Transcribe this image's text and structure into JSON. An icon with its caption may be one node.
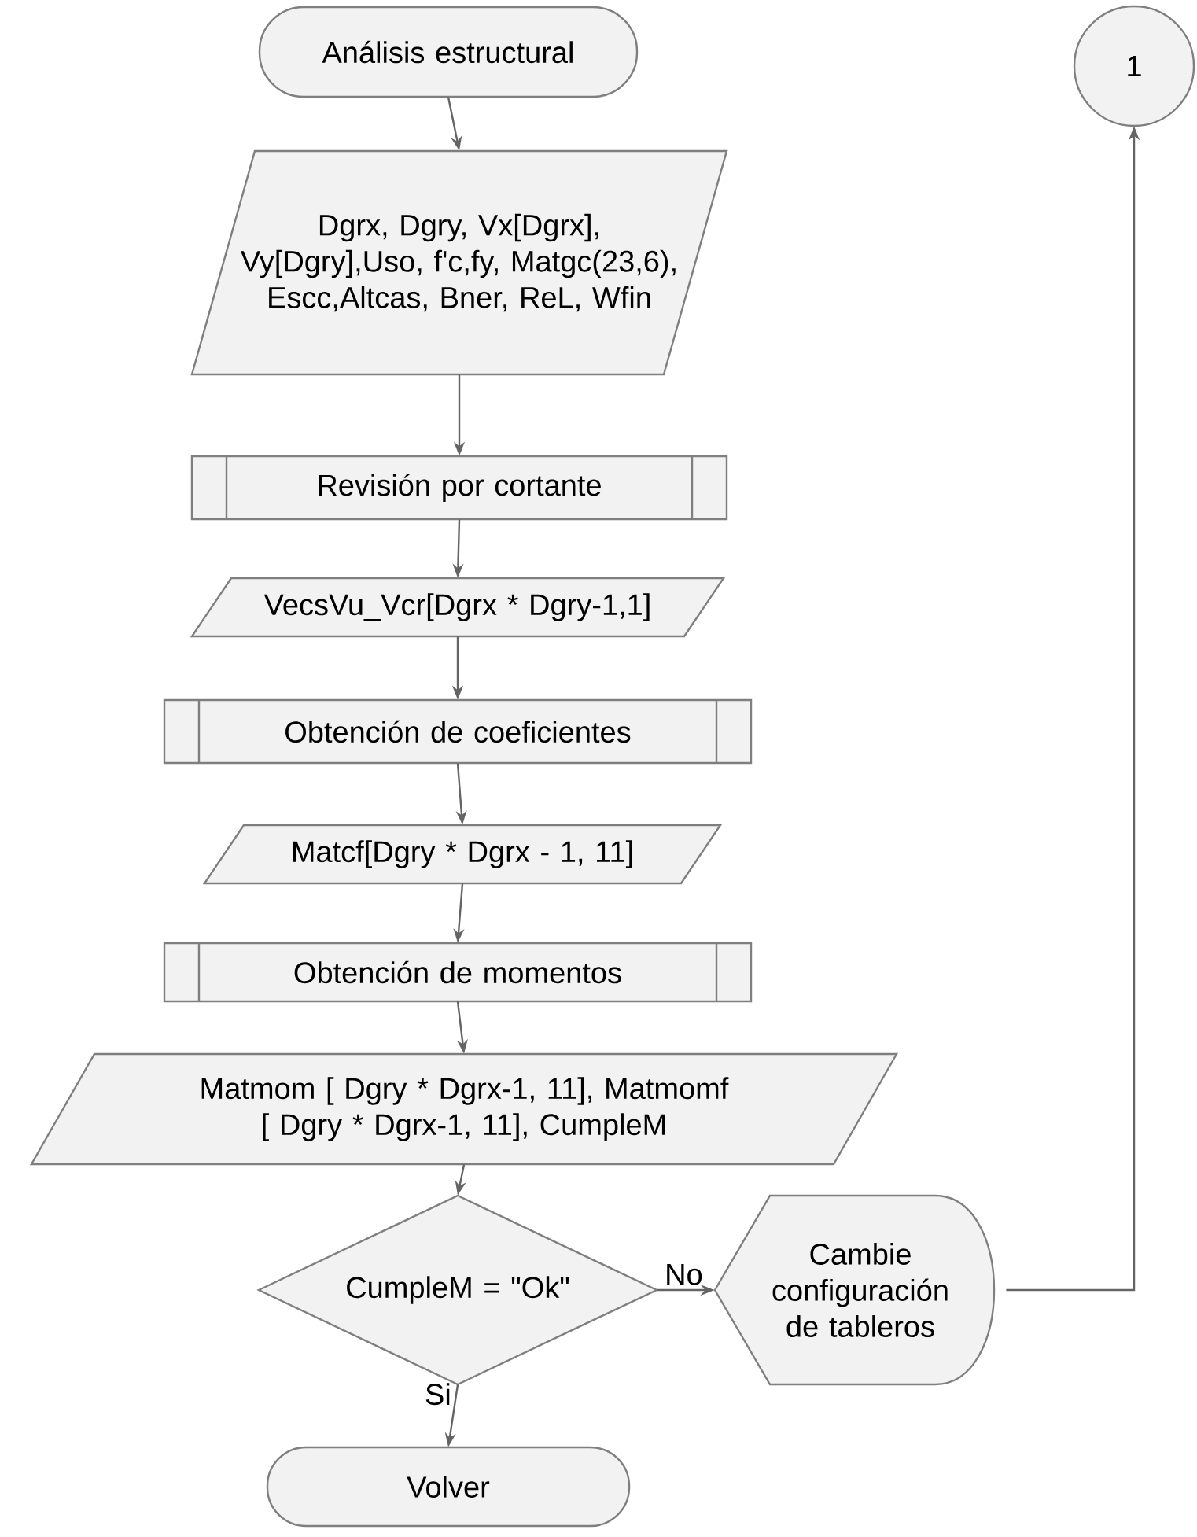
{
  "diagram": {
    "nodes": [
      {
        "text": [
          "Análisis estructural"
        ]
      },
      {
        "text": [
          "Dgrx, Dgry, Vx[Dgrx], Vy[Dgry],Uso, f'c,fy, Matgc(23,6), Escc,Altcas, Bner, ReL, Wfin"
        ]
      },
      {
        "text": [
          "Revisión por cortante"
        ]
      },
      {
        "text": [
          "VecsVu_Vcr[Dgrx * Dgry-1,1]"
        ]
      },
      {
        "text": [
          "Obtención de coeficientes"
        ]
      },
      {
        "text": [
          "Matcf[Dgry * Dgrx - 1, 11]"
        ]
      },
      {
        "text": [
          "Obtención de momentos"
        ]
      },
      {
        "text": [
          "Matmom [ Dgry * Dgrx-1, 11], Matmomf [ Dgry * Dgrx-1, 11], CumpleM"
        ]
      },
      {
        "text": [
          "CumpleM = \"Ok\""
        ]
      },
      {
        "text": [
          "Cambie configuración de tableros"
        ]
      },
      {
        "text": [
          "1"
        ]
      },
      {
        "text": [
          "Volver"
        ]
      }
    ],
    "edges": [
      {
        "from": 0,
        "to": 1,
        "arrow": "to"
      },
      {
        "from": 1,
        "to": 2,
        "arrow": "to"
      },
      {
        "from": 2,
        "to": 3,
        "arrow": "to"
      },
      {
        "from": 3,
        "to": 4,
        "arrow": "to"
      },
      {
        "from": 4,
        "to": 5,
        "arrow": "to"
      },
      {
        "from": 5,
        "to": 6,
        "arrow": "to"
      },
      {
        "from": 6,
        "to": 7,
        "arrow": "to"
      },
      {
        "from": 7,
        "to": 8,
        "arrow": "to"
      },
      {
        "from": 8,
        "to": 9,
        "arrow": "to",
        "label": "No"
      },
      {
        "from": 9,
        "to": 10,
        "arrow": "to"
      },
      {
        "from": 8,
        "to": 11,
        "arrow": "to",
        "label": "Si"
      }
    ]
  }
}
